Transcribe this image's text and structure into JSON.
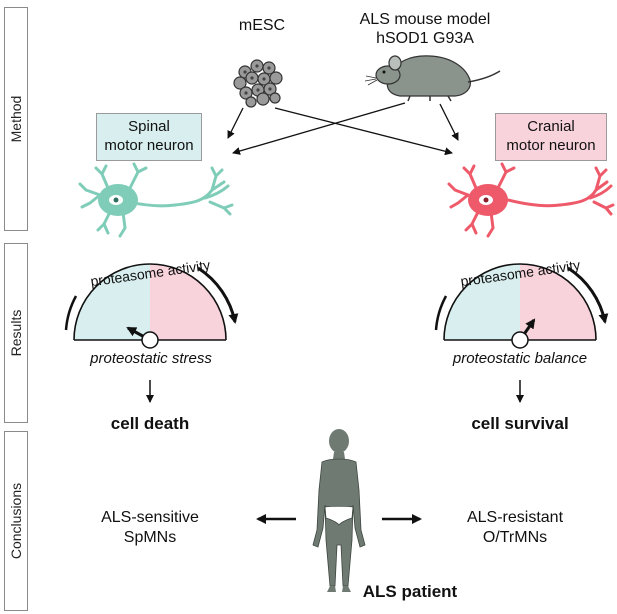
{
  "sidebar": {
    "method_label": "Method",
    "results_label": "Results",
    "conclusions_label": "Conclusions"
  },
  "method": {
    "mesc_label": "mESC",
    "mouse_label_line1": "ALS mouse model",
    "mouse_label_line2": "hSOD1 G93A",
    "spinal_line1": "Spinal",
    "spinal_line2": "motor neuron",
    "cranial_line1": "Cranial",
    "cranial_line2": "motor neuron"
  },
  "results": {
    "left_gauge_title": "proteasome activity",
    "right_gauge_title": "proteasome activity",
    "left_state": "proteostatic stress",
    "right_state": "proteostatic balance",
    "left_outcome": "cell death",
    "right_outcome": "cell survival"
  },
  "conclusions": {
    "left_line1": "ALS-sensitive",
    "left_line2": "SpMNs",
    "right_line1": "ALS-resistant",
    "right_line2": "O/TrMNs",
    "patient_label": "ALS patient"
  },
  "colors": {
    "spinal_teal": "#7fcdb8",
    "cranial_red": "#ee5a6a",
    "spinal_box": "#d9eeee",
    "cranial_box": "#f8d3dc",
    "human_gray": "#6e7a72",
    "mouse_gray": "#8a938c"
  },
  "icons": [
    "stem-cell-cluster-icon",
    "mouse-icon",
    "spinal-neuron-icon",
    "cranial-neuron-icon",
    "gauge-icon",
    "human-figure-icon"
  ]
}
